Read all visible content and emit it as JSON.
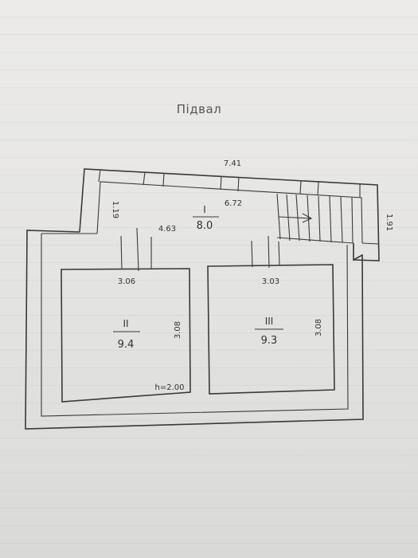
{
  "plan": {
    "title": "Підвал",
    "stair_width_top": "7.41",
    "corridor_length": "6.72",
    "corridor_height_left": "1.19",
    "corridor_height_right": "1.91",
    "corridor_partial": "4.63",
    "rooms": [
      {
        "number": "I",
        "area": "8.0"
      },
      {
        "number": "II",
        "area": "9.4",
        "width": "3.06",
        "depth": "3.08",
        "height": "h=2.00"
      },
      {
        "number": "III",
        "area": "9.3",
        "width": "3.03",
        "depth": "3.08"
      }
    ]
  }
}
